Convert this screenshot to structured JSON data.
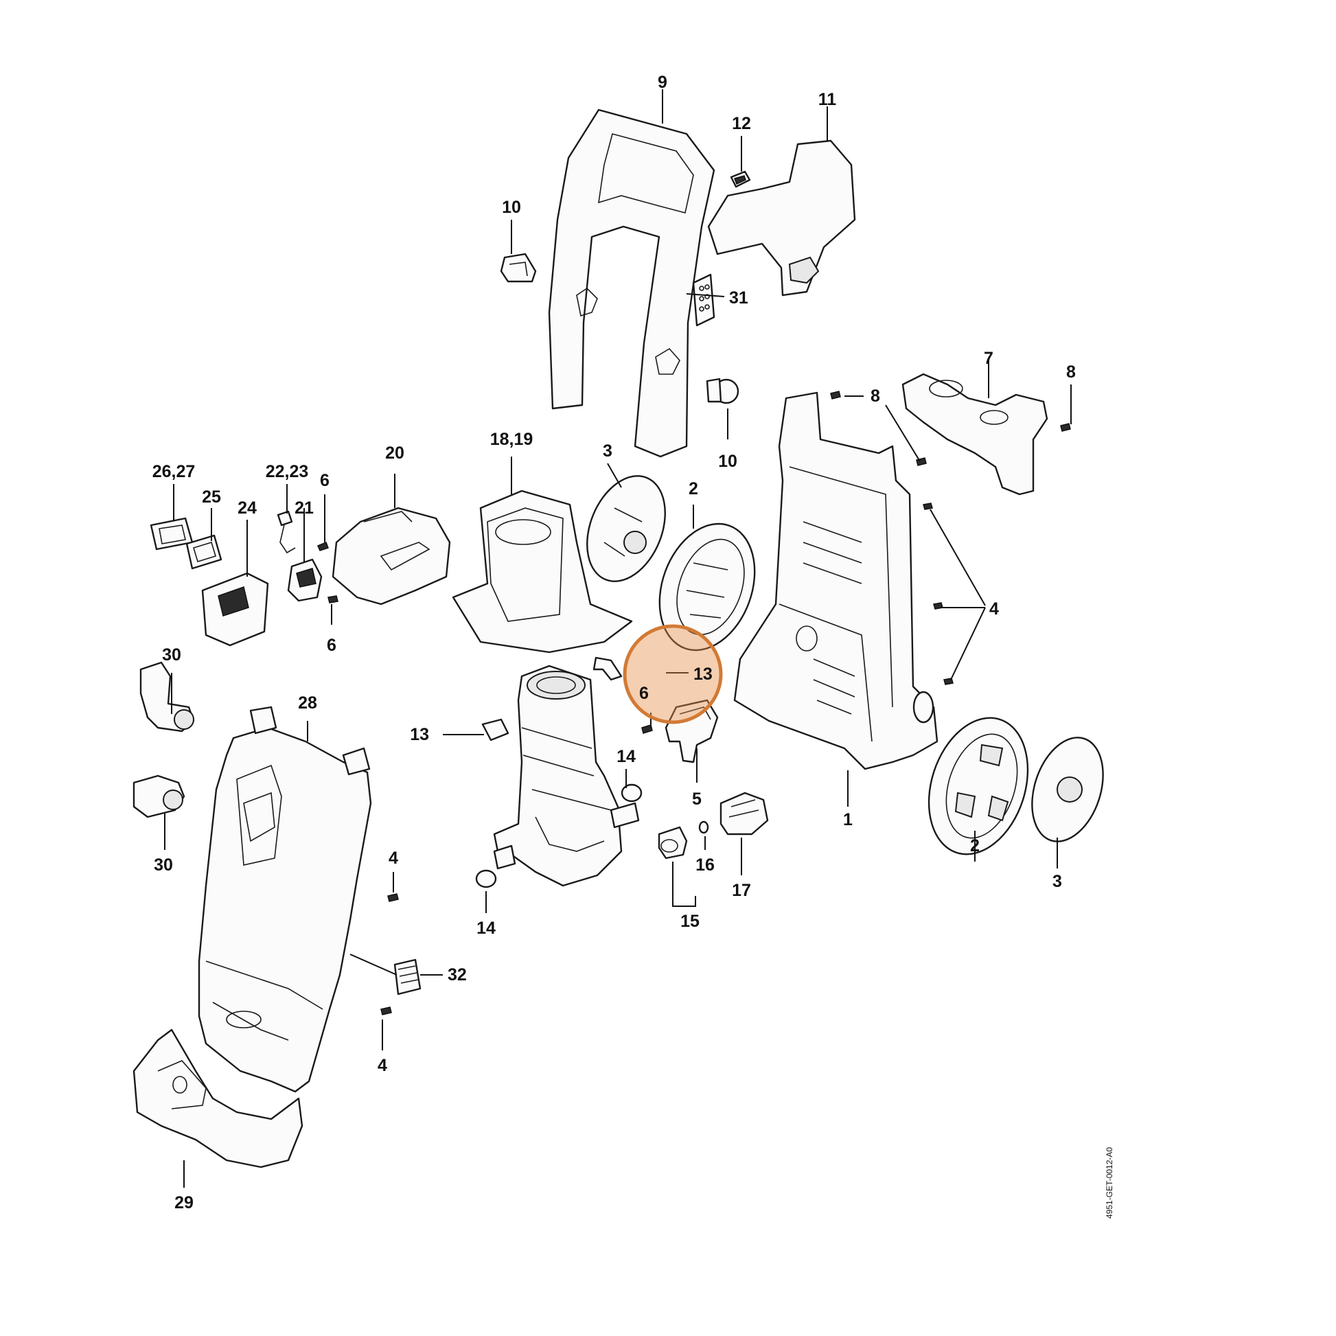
{
  "reference_code": "4951-GET-0012-A0",
  "highlight_color": "#d27a35",
  "callouts": {
    "c9": "9",
    "c11": "11",
    "c12": "12",
    "c10a": "10",
    "c10b": "10",
    "c31": "31",
    "c7": "7",
    "c8a": "8",
    "c8b": "8",
    "c26_27": "26,27",
    "c22_23": "22,23",
    "c20": "20",
    "c18_19": "18,19",
    "c3a": "3",
    "c2a": "2",
    "c25": "25",
    "c24": "24",
    "c21": "21",
    "c6a": "6",
    "c6b": "6",
    "c4a": "4",
    "c30a": "30",
    "c13a": "13",
    "c6c": "6",
    "c28": "28",
    "c13b": "13",
    "c14a": "14",
    "c5": "5",
    "c30b": "30",
    "c1": "1",
    "c2b": "2",
    "c3b": "3",
    "c4b": "4",
    "c16": "16",
    "c17": "17",
    "c14b": "14",
    "c15": "15",
    "c32": "32",
    "c4c": "4",
    "c29": "29"
  }
}
